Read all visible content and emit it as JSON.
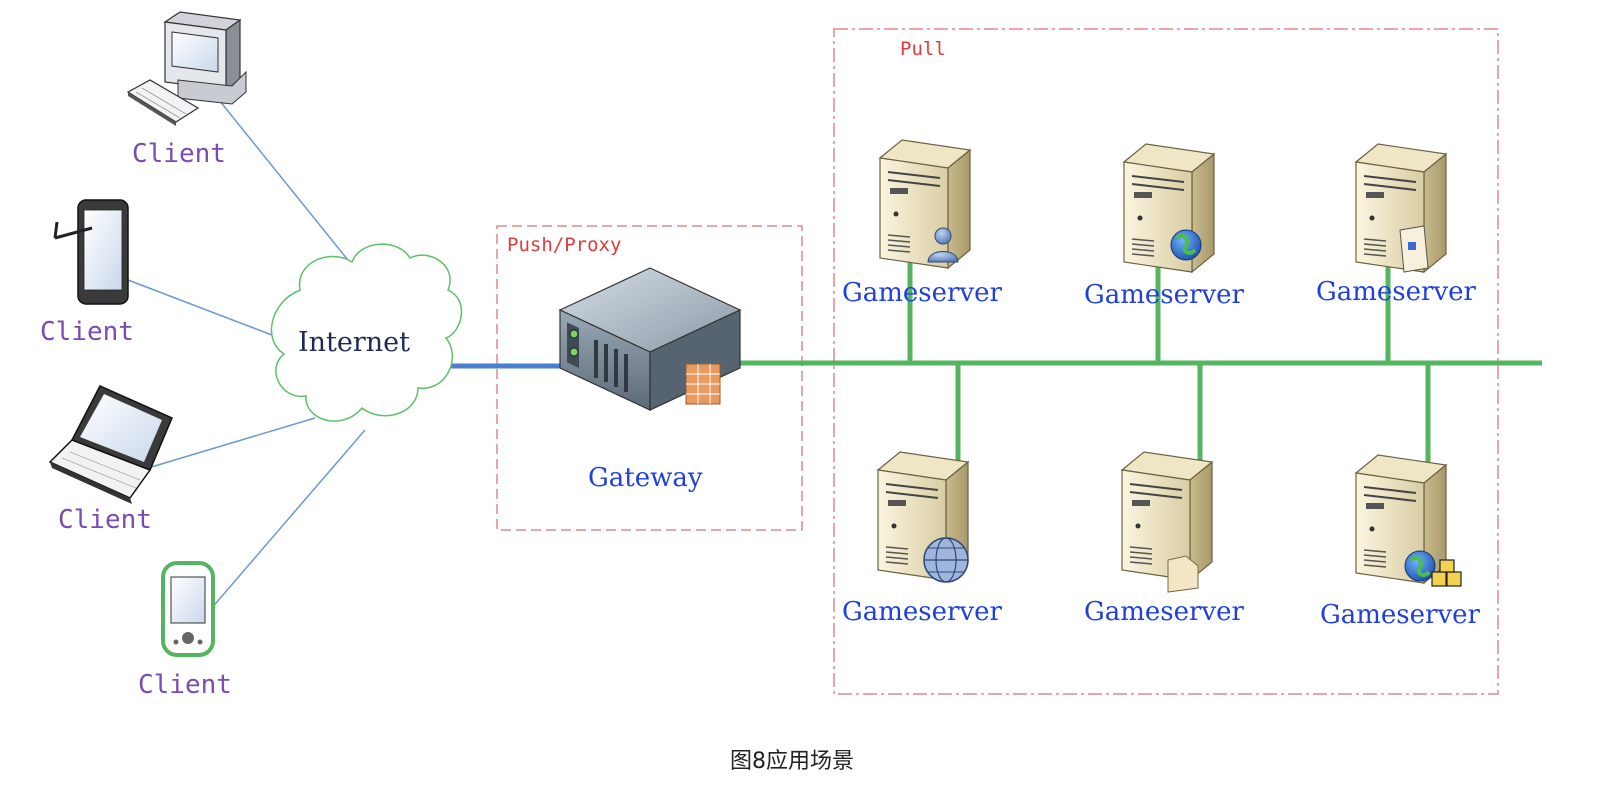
{
  "zones": {
    "proxy_label": "Push/Proxy",
    "pull_label": "Pull"
  },
  "internet": {
    "label": "Internet"
  },
  "clients": [
    {
      "label": "Client",
      "device": "desktop-computer-icon"
    },
    {
      "label": "Client",
      "device": "tablet-icon"
    },
    {
      "label": "Client",
      "device": "laptop-icon"
    },
    {
      "label": "Client",
      "device": "mobile-phone-icon"
    }
  ],
  "gateway": {
    "label": "Gateway",
    "device": "gateway-server-icon"
  },
  "gameservers": [
    {
      "label": "Gameserver",
      "badge": "user-icon"
    },
    {
      "label": "Gameserver",
      "badge": "globe-icon"
    },
    {
      "label": "Gameserver",
      "badge": "document-icon"
    },
    {
      "label": "Gameserver",
      "badge": "globe-network-icon"
    },
    {
      "label": "Gameserver",
      "badge": "folder-icon"
    },
    {
      "label": "Gameserver",
      "badge": "globe-packages-icon"
    }
  ],
  "caption": "图8应用场景",
  "colors": {
    "client_link": "#6a98d8",
    "internet_link": "#4a7fd0",
    "bus": "#55b45f",
    "zone_border": "#e08a8a",
    "cloud_outline": "#5cc16a"
  }
}
